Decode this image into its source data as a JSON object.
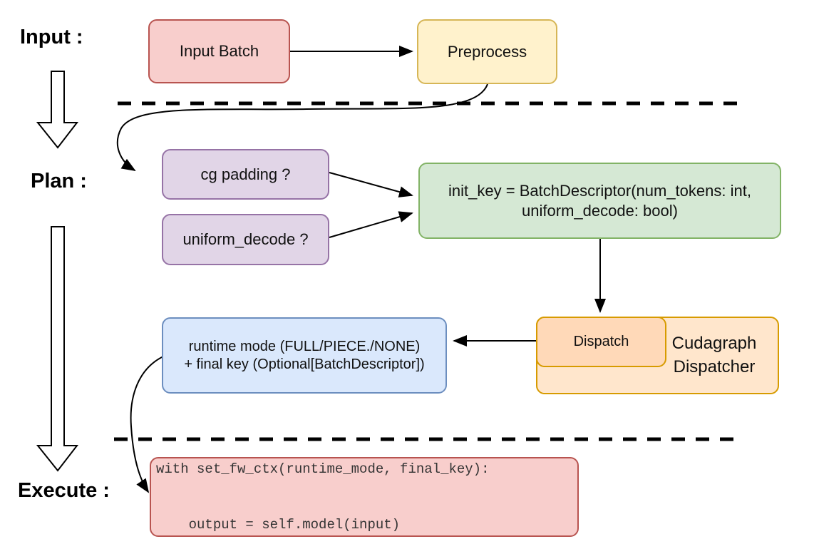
{
  "labels": {
    "input": "Input :",
    "plan": "Plan :",
    "execute": "Execute :"
  },
  "nodes": {
    "input_batch": {
      "label": "Input Batch",
      "fill": "#f8cecc",
      "stroke": "#b85450"
    },
    "preprocess": {
      "label": "Preprocess",
      "fill": "#fff2cc",
      "stroke": "#d6b656"
    },
    "cg_padding": {
      "label": "cg padding ?",
      "fill": "#e1d5e7",
      "stroke": "#9673a6"
    },
    "uniform_decode": {
      "label": "uniform_decode ?",
      "fill": "#e1d5e7",
      "stroke": "#9673a6"
    },
    "init_key": {
      "line1": "init_key = BatchDescriptor(num_tokens: int,",
      "line2": "uniform_decode: bool)",
      "fill": "#d5e8d4",
      "stroke": "#82b366"
    },
    "dispatch": {
      "label": "Dispatch",
      "fill": "#ffd9b8",
      "stroke": "#d79b00"
    },
    "cudagraph_dispatcher": {
      "line1": "Cudagraph",
      "line2": "Dispatcher",
      "fill": "#ffe6cc",
      "stroke": "#d79b00"
    },
    "runtime_mode": {
      "line1": "runtime mode (FULL/PIECE./NONE)",
      "line2": "+ final key (Optional[BatchDescriptor])",
      "fill": "#dae8fc",
      "stroke": "#6c8ebf"
    },
    "execute_code": {
      "line1": "with set_fw_ctx(runtime_mode, final_key):",
      "line2": "    output = self.model(input)",
      "fill": "#f8cecc",
      "stroke": "#b85450",
      "text_color": "#333333"
    }
  },
  "connector_color": "#000000",
  "separator_color": "#000000"
}
